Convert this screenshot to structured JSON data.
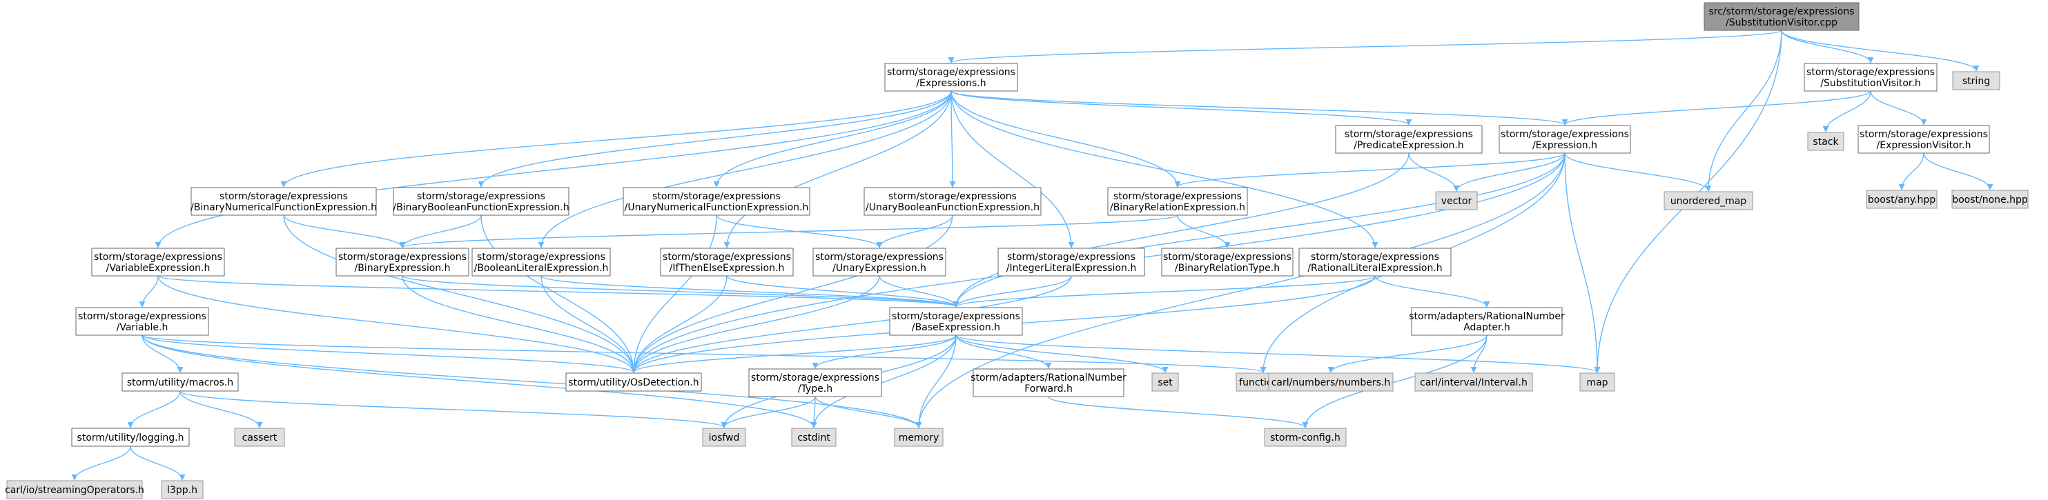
{
  "colors": {
    "edge": "#63b8ff",
    "node_fill": "#ffffff",
    "node_border": "#666666",
    "root_fill": "#999999",
    "root_border": "#666666",
    "system_fill": "#e0e0e0",
    "system_border": "#999999",
    "text": "#000000"
  },
  "graph": {
    "nodes": [
      {
        "id": "root",
        "style": "root",
        "lines": [
          "src/storm/storage/expressions",
          "/SubstitutionVisitor.cpp"
        ]
      },
      {
        "id": "expressions_h",
        "style": "normal",
        "lines": [
          "storm/storage/expressions",
          "/Expressions.h"
        ]
      },
      {
        "id": "substvisitor_h",
        "style": "normal",
        "lines": [
          "storm/storage/expressions",
          "/SubstitutionVisitor.h"
        ]
      },
      {
        "id": "string",
        "style": "system",
        "lines": [
          "string"
        ]
      },
      {
        "id": "predicate_h",
        "style": "normal",
        "lines": [
          "storm/storage/expressions",
          "/PredicateExpression.h"
        ]
      },
      {
        "id": "expression_h",
        "style": "normal",
        "lines": [
          "storm/storage/expressions",
          "/Expression.h"
        ]
      },
      {
        "id": "stack",
        "style": "system",
        "lines": [
          "stack"
        ]
      },
      {
        "id": "exprvisitor_h",
        "style": "normal",
        "lines": [
          "storm/storage/expressions",
          "/ExpressionVisitor.h"
        ]
      },
      {
        "id": "vector",
        "style": "system",
        "lines": [
          "vector"
        ]
      },
      {
        "id": "unordered_map",
        "style": "system",
        "lines": [
          "unordered_map"
        ]
      },
      {
        "id": "boost_any",
        "style": "system",
        "lines": [
          "boost/any.hpp"
        ]
      },
      {
        "id": "boost_none",
        "style": "system",
        "lines": [
          "boost/none.hpp"
        ]
      },
      {
        "id": "binnum_h",
        "style": "normal",
        "lines": [
          "storm/storage/expressions",
          "/BinaryNumericalFunctionExpression.h"
        ]
      },
      {
        "id": "binbool_h",
        "style": "normal",
        "lines": [
          "storm/storage/expressions",
          "/BinaryBooleanFunctionExpression.h"
        ]
      },
      {
        "id": "unnum_h",
        "style": "normal",
        "lines": [
          "storm/storage/expressions",
          "/UnaryNumericalFunctionExpression.h"
        ]
      },
      {
        "id": "unbool_h",
        "style": "normal",
        "lines": [
          "storm/storage/expressions",
          "/UnaryBooleanFunctionExpression.h"
        ]
      },
      {
        "id": "binrel_h",
        "style": "normal",
        "lines": [
          "storm/storage/expressions",
          "/BinaryRelationExpression.h"
        ]
      },
      {
        "id": "varexpr_h",
        "style": "normal",
        "lines": [
          "storm/storage/expressions",
          "/VariableExpression.h"
        ]
      },
      {
        "id": "binexpr_h",
        "style": "normal",
        "lines": [
          "storm/storage/expressions",
          "/BinaryExpression.h"
        ]
      },
      {
        "id": "boollit_h",
        "style": "normal",
        "lines": [
          "storm/storage/expressions",
          "/BooleanLiteralExpression.h"
        ]
      },
      {
        "id": "ifthen_h",
        "style": "normal",
        "lines": [
          "storm/storage/expressions",
          "/IfThenElseExpression.h"
        ]
      },
      {
        "id": "unexpr_h",
        "style": "normal",
        "lines": [
          "storm/storage/expressions",
          "/UnaryExpression.h"
        ]
      },
      {
        "id": "intlit_h",
        "style": "normal",
        "lines": [
          "storm/storage/expressions",
          "/IntegerLiteralExpression.h"
        ]
      },
      {
        "id": "binreltype_h",
        "style": "normal",
        "lines": [
          "storm/storage/expressions",
          "/BinaryRelationType.h"
        ]
      },
      {
        "id": "ratlit_h",
        "style": "normal",
        "lines": [
          "storm/storage/expressions",
          "/RationalLiteralExpression.h"
        ]
      },
      {
        "id": "variable_h",
        "style": "normal",
        "lines": [
          "storm/storage/expressions",
          "/Variable.h"
        ]
      },
      {
        "id": "baseexpr_h",
        "style": "normal",
        "lines": [
          "storm/storage/expressions",
          "/BaseExpression.h"
        ]
      },
      {
        "id": "ratnumadapter_h",
        "style": "normal",
        "lines": [
          "storm/adapters/RationalNumber",
          "Adapter.h"
        ]
      },
      {
        "id": "osdetection_h",
        "style": "normal",
        "lines": [
          "storm/utility/OsDetection.h"
        ]
      },
      {
        "id": "macros_h",
        "style": "normal",
        "lines": [
          "storm/utility/macros.h"
        ]
      },
      {
        "id": "set",
        "style": "system",
        "lines": [
          "set"
        ]
      },
      {
        "id": "functional",
        "style": "system",
        "lines": [
          "functional"
        ]
      },
      {
        "id": "carl_numbers",
        "style": "system",
        "lines": [
          "carl/numbers/numbers.h"
        ]
      },
      {
        "id": "carl_interval",
        "style": "system",
        "lines": [
          "carl/interval/Interval.h"
        ]
      },
      {
        "id": "map",
        "style": "system",
        "lines": [
          "map"
        ]
      },
      {
        "id": "type_h",
        "style": "normal",
        "lines": [
          "storm/storage/expressions",
          "/Type.h"
        ]
      },
      {
        "id": "ratnumfwd_h",
        "style": "normal",
        "lines": [
          "storm/adapters/RationalNumber",
          "Forward.h"
        ]
      },
      {
        "id": "cassert",
        "style": "system",
        "lines": [
          "cassert"
        ]
      },
      {
        "id": "logging_h",
        "style": "normal",
        "lines": [
          "storm/utility/logging.h"
        ]
      },
      {
        "id": "iosfwd",
        "style": "system",
        "lines": [
          "iosfwd"
        ]
      },
      {
        "id": "cstdint",
        "style": "system",
        "lines": [
          "cstdint"
        ]
      },
      {
        "id": "memory",
        "style": "system",
        "lines": [
          "memory"
        ]
      },
      {
        "id": "storm_config",
        "style": "system",
        "lines": [
          "storm-config.h"
        ]
      },
      {
        "id": "carl_streaming",
        "style": "system",
        "lines": [
          "carl/io/streamingOperators.h"
        ]
      },
      {
        "id": "l3pp",
        "style": "system",
        "lines": [
          "l3pp.h"
        ]
      }
    ],
    "edges": [
      [
        "root",
        "expressions_h"
      ],
      [
        "root",
        "substvisitor_h"
      ],
      [
        "root",
        "string"
      ],
      [
        "root",
        "unordered_map"
      ],
      [
        "root",
        "map"
      ],
      [
        "substvisitor_h",
        "stack"
      ],
      [
        "substvisitor_h",
        "exprvisitor_h"
      ],
      [
        "substvisitor_h",
        "expression_h"
      ],
      [
        "exprvisitor_h",
        "boost_any"
      ],
      [
        "exprvisitor_h",
        "boost_none"
      ],
      [
        "expressions_h",
        "binnum_h"
      ],
      [
        "expressions_h",
        "binbool_h"
      ],
      [
        "expressions_h",
        "unnum_h"
      ],
      [
        "expressions_h",
        "unbool_h"
      ],
      [
        "expressions_h",
        "binrel_h"
      ],
      [
        "expressions_h",
        "varexpr_h"
      ],
      [
        "expressions_h",
        "boollit_h"
      ],
      [
        "expressions_h",
        "ifthen_h"
      ],
      [
        "expressions_h",
        "intlit_h"
      ],
      [
        "expressions_h",
        "ratlit_h"
      ],
      [
        "expressions_h",
        "predicate_h"
      ],
      [
        "expressions_h",
        "expression_h"
      ],
      [
        "predicate_h",
        "vector"
      ],
      [
        "predicate_h",
        "baseexpr_h"
      ],
      [
        "expression_h",
        "vector"
      ],
      [
        "expression_h",
        "unordered_map"
      ],
      [
        "expression_h",
        "map"
      ],
      [
        "expression_h",
        "binrel_h"
      ],
      [
        "expression_h",
        "baseexpr_h"
      ],
      [
        "expression_h",
        "osdetection_h"
      ],
      [
        "expression_h",
        "functional"
      ],
      [
        "expression_h",
        "memory"
      ],
      [
        "binnum_h",
        "binexpr_h"
      ],
      [
        "binnum_h",
        "osdetection_h"
      ],
      [
        "binbool_h",
        "binexpr_h"
      ],
      [
        "binbool_h",
        "osdetection_h"
      ],
      [
        "unnum_h",
        "unexpr_h"
      ],
      [
        "unnum_h",
        "osdetection_h"
      ],
      [
        "unbool_h",
        "unexpr_h"
      ],
      [
        "unbool_h",
        "osdetection_h"
      ],
      [
        "binrel_h",
        "binexpr_h"
      ],
      [
        "binrel_h",
        "binreltype_h"
      ],
      [
        "varexpr_h",
        "variable_h"
      ],
      [
        "varexpr_h",
        "baseexpr_h"
      ],
      [
        "varexpr_h",
        "osdetection_h"
      ],
      [
        "binexpr_h",
        "baseexpr_h"
      ],
      [
        "binexpr_h",
        "osdetection_h"
      ],
      [
        "boollit_h",
        "baseexpr_h"
      ],
      [
        "boollit_h",
        "osdetection_h"
      ],
      [
        "ifthen_h",
        "baseexpr_h"
      ],
      [
        "ifthen_h",
        "osdetection_h"
      ],
      [
        "unexpr_h",
        "baseexpr_h"
      ],
      [
        "unexpr_h",
        "osdetection_h"
      ],
      [
        "intlit_h",
        "baseexpr_h"
      ],
      [
        "intlit_h",
        "osdetection_h"
      ],
      [
        "ratlit_h",
        "baseexpr_h"
      ],
      [
        "ratlit_h",
        "ratnumadapter_h"
      ],
      [
        "ratlit_h",
        "osdetection_h"
      ],
      [
        "variable_h",
        "osdetection_h"
      ],
      [
        "variable_h",
        "macros_h"
      ],
      [
        "variable_h",
        "functional"
      ],
      [
        "variable_h",
        "memory"
      ],
      [
        "variable_h",
        "cstdint"
      ],
      [
        "baseexpr_h",
        "osdetection_h"
      ],
      [
        "baseexpr_h",
        "type_h"
      ],
      [
        "baseexpr_h",
        "ratnumfwd_h"
      ],
      [
        "baseexpr_h",
        "set"
      ],
      [
        "baseexpr_h",
        "map"
      ],
      [
        "baseexpr_h",
        "iosfwd"
      ],
      [
        "baseexpr_h",
        "cstdint"
      ],
      [
        "baseexpr_h",
        "memory"
      ],
      [
        "ratnumadapter_h",
        "carl_numbers"
      ],
      [
        "ratnumadapter_h",
        "carl_interval"
      ],
      [
        "ratnumadapter_h",
        "storm_config"
      ],
      [
        "ratnumfwd_h",
        "storm_config"
      ],
      [
        "type_h",
        "iosfwd"
      ],
      [
        "type_h",
        "cstdint"
      ],
      [
        "type_h",
        "memory"
      ],
      [
        "macros_h",
        "cassert"
      ],
      [
        "macros_h",
        "logging_h"
      ],
      [
        "macros_h",
        "iosfwd"
      ],
      [
        "logging_h",
        "carl_streaming"
      ],
      [
        "logging_h",
        "l3pp"
      ]
    ]
  }
}
